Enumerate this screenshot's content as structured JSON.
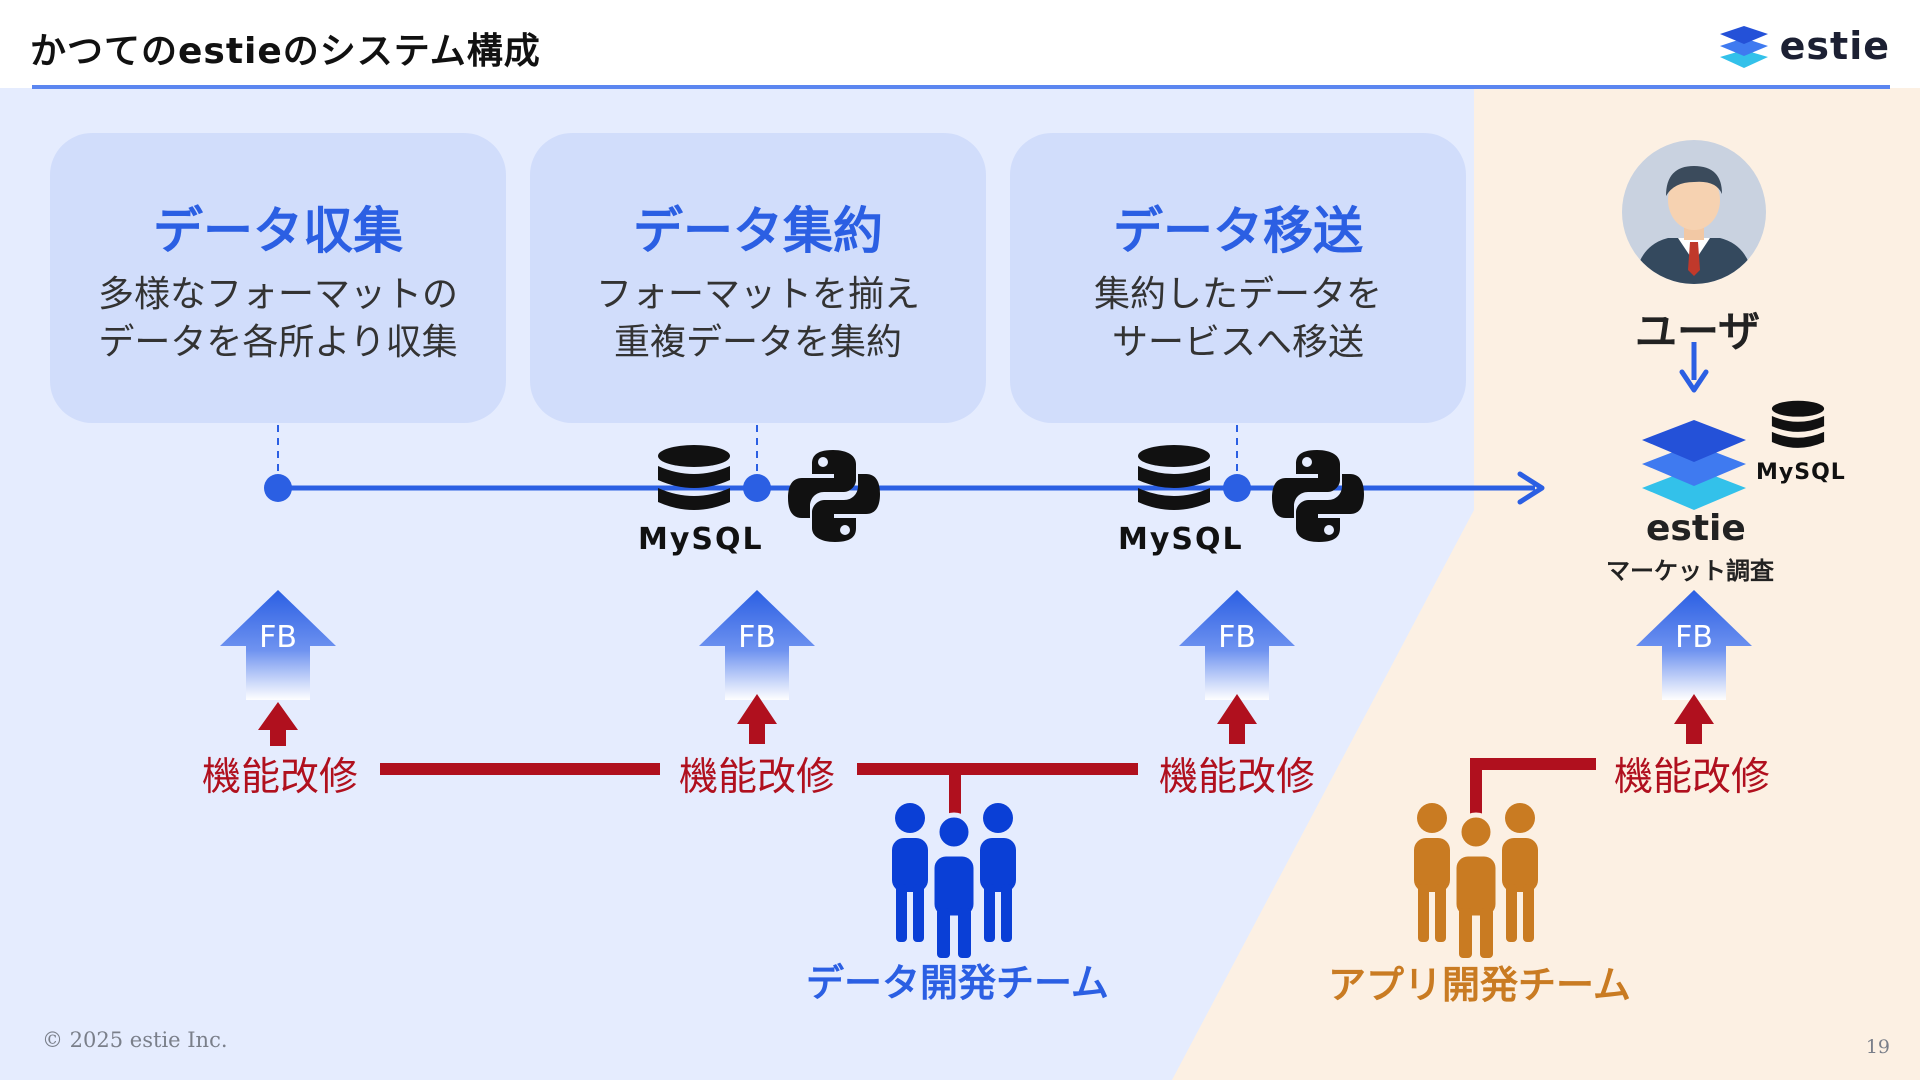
{
  "header": {
    "title": "かつてのestieのシステム構成",
    "logo_text": "estie"
  },
  "stages": [
    {
      "title": "データ収集",
      "description": "多様なフォーマットの\nデータを各所より収集"
    },
    {
      "title": "データ集約",
      "description": "フォーマットを揃え\n重複データを集約"
    },
    {
      "title": "データ移送",
      "description": "集約したデータを\nサービスへ移送"
    }
  ],
  "pipeline": {
    "db_label": "MySQL",
    "feedback_label": "FB",
    "modification_label": "機能改修"
  },
  "user_side": {
    "user_label": "ユーザ",
    "product_name": "estie",
    "product_subtitle": "マーケット調査",
    "db_label": "MySQL"
  },
  "teams": {
    "data_team": "データ開発チーム",
    "app_team": "アプリ開発チーム"
  },
  "colors": {
    "accent_blue": "#2b5fe3",
    "modification_red": "#b0101e",
    "data_team_blue": "#0a3fd6",
    "app_team_orange": "#c97b22",
    "left_bg": "#e5ecfe",
    "right_bg": "#fcf0e3"
  },
  "footer": {
    "copyright": "© 2025 estie Inc.",
    "page_number": "19"
  }
}
